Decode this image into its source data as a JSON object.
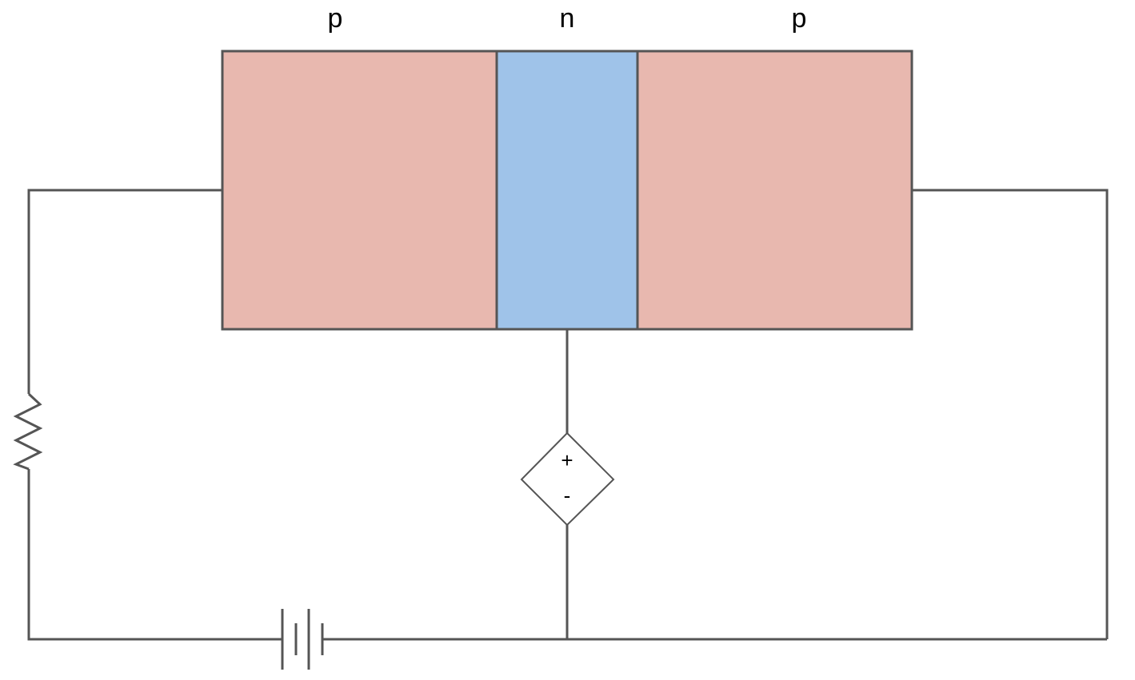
{
  "semiconductor": {
    "left_label": "p",
    "middle_label": "n",
    "right_label": "p",
    "p_color": "#e8b8af",
    "n_color": "#9fc3e9"
  },
  "dependent_source": {
    "plus": "+",
    "minus": "-"
  },
  "wire_color": "#555555"
}
